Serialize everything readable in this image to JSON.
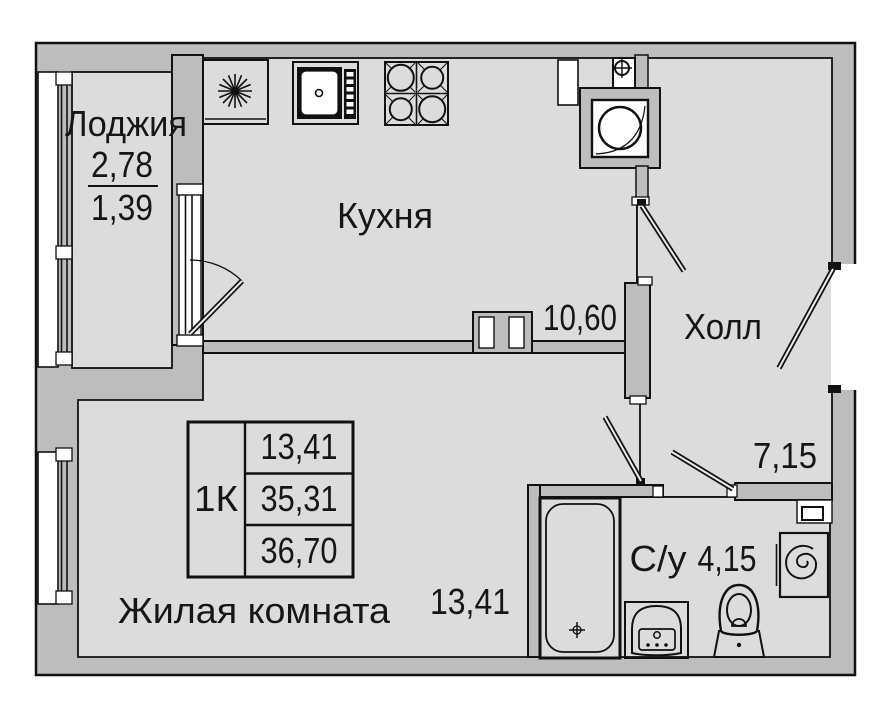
{
  "plan": {
    "rooms": {
      "loggia": {
        "name": "Лоджия",
        "area_full": "2,78",
        "area_counted": "1,39"
      },
      "kitchen": {
        "name": "Кухня",
        "area": "10,60"
      },
      "hall": {
        "name": "Холл",
        "area": "7,15"
      },
      "living_room": {
        "name": "Жилая комната",
        "area": "13,41"
      },
      "bathroom": {
        "name": "С/у",
        "area": "4,15"
      }
    },
    "info_table": {
      "type": "1К",
      "rows": [
        "13,41",
        "35,31",
        "36,70"
      ]
    },
    "colors": {
      "wall": "#bdbdbd",
      "floor": "#dcdcdc",
      "line": "#111111",
      "text": "#161616"
    },
    "fixtures": [
      "fridge-burst-icon",
      "sink-icon",
      "stove-icon",
      "vent-shaft-icon",
      "water-riser-icon",
      "wardrobe-icon",
      "bathtub-icon",
      "washbasin-icon",
      "toilet-icon",
      "washing-machine-icon",
      "electric-panel-icon",
      "window-icon",
      "door-icon"
    ]
  }
}
